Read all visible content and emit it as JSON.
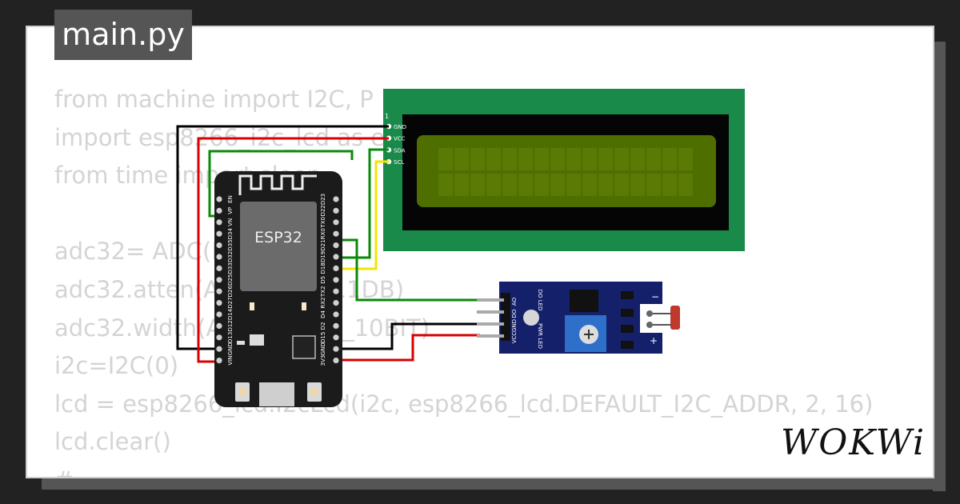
{
  "file_tab": {
    "label": "main.py"
  },
  "code_lines": [
    "from machine import I2C, P",
    "import esp8266_i2c_lcd as e",
    "from time import sleep",
    "",
    "adc32= ADC(P",
    "adc32.atten(ADC.ATTN_11DB)",
    "adc32.width(ADC.WIDTH_10BIT)",
    "i2c=I2C(0)",
    "lcd = esp8266_lcd.I2cLcd(i2c, esp8266_lcd.DEFAULT_I2C_ADDR, 2, 16)",
    "lcd.clear()",
    "#   ..."
  ],
  "esp32": {
    "chip_label": "ESP32",
    "left_pins": [
      "EN",
      "VP",
      "VN",
      "D34",
      "D35",
      "D32",
      "D33",
      "D25",
      "D26",
      "D27",
      "D14",
      "D12",
      "D13",
      "GND",
      "VIN"
    ],
    "right_pins": [
      "D23",
      "D22",
      "TX0",
      "RX0",
      "D21",
      "D19",
      "D18",
      "D5",
      "TX2",
      "RX2",
      "D4",
      "D2",
      "D15",
      "GND",
      "3V3"
    ]
  },
  "lcd": {
    "pin1_marker": "1",
    "pins": [
      "GND",
      "VCC",
      "SDA",
      "SCL"
    ],
    "columns": 16,
    "rows": 2
  },
  "ldr_module": {
    "pins": [
      "AO",
      "DO",
      "GND",
      "VCC"
    ],
    "labels": [
      "DO LED",
      "PWR LED"
    ],
    "minus": "−",
    "plus": "+"
  },
  "colors": {
    "lcd_board": "#1a8a4a",
    "lcd_screen": "#4f6e00",
    "esp_board": "#1b1b1b",
    "sensor_board": "#15206b",
    "wire_black": "#000000",
    "wire_red": "#d80000",
    "wire_green": "#0a8a0a",
    "wire_yellow": "#f2e600"
  },
  "brand": {
    "logo_text": "WOKWi"
  }
}
